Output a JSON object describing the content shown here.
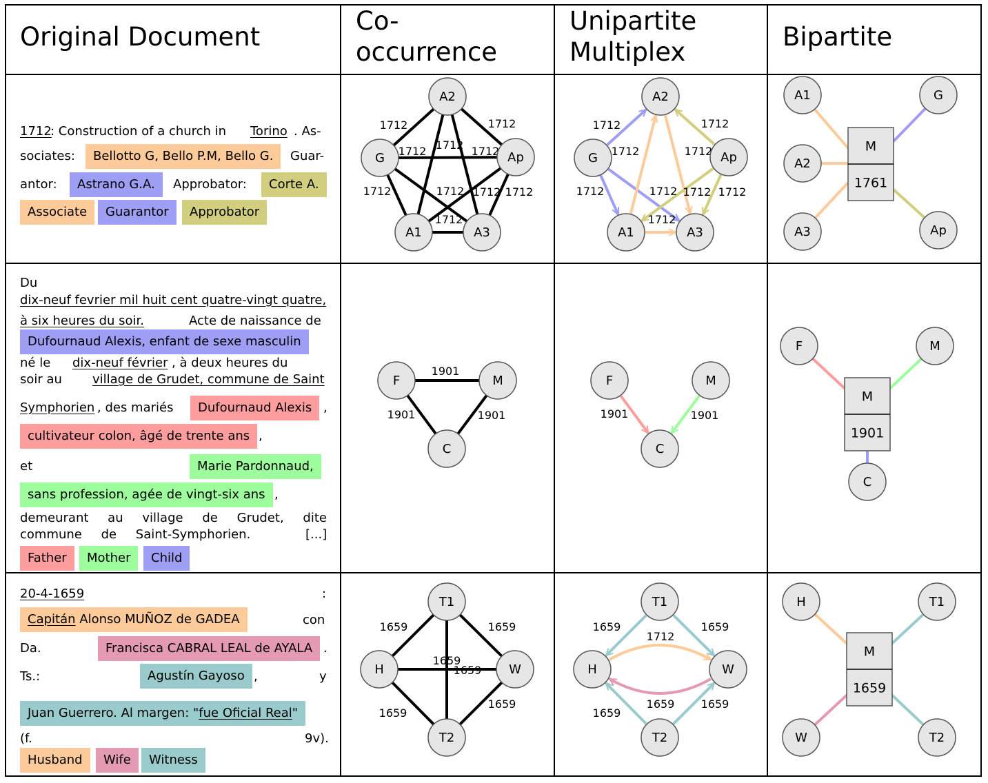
{
  "headers": {
    "original_document": "Original Document",
    "cooccurrence_line1": "Co-",
    "cooccurrence_line2": "occurrence",
    "unipartite_line1": "Unipartite",
    "unipartite_line2": "Multiplex",
    "bipartite": "Bipartite"
  },
  "colors": {
    "associate": "#fdcb9a",
    "guarantor": "#9e9ef5",
    "approbator": "#d1cf7f",
    "father": "#fd9d9d",
    "mother": "#9dfd9d",
    "child": "#9e9ef5",
    "husband": "#fdcb9a",
    "wife": "#e49ab3",
    "witness": "#9acbcc",
    "node_fill": "#e6e6e6"
  },
  "row1": {
    "date": "1712",
    "t1": ": Construction of a church in",
    "place": "Torino",
    "t2": ". As-",
    "t3": "sociates:",
    "associates": "Bellotto G, Bello P.M, Bello G.",
    "t4": "Guar-",
    "t5": "antor:",
    "guarantor": "Astrano G.A.",
    "t6": "Approbator:",
    "approbator": "Corte A.",
    "legend": [
      "Associate",
      "Guarantor",
      "Approbator"
    ]
  },
  "row2": {
    "l1": "Du",
    "l2": "dix-neuf fevrier mil huit cent quatre-vingt quatre,",
    "l3a": "à six heures du soir.",
    "l3b": "Acte de naissance de",
    "child": "Dufournaud Alexis, enfant de sexe masculin",
    "l4a": "né le",
    "l4b": "dix-neuf février",
    "l4c": ", à deux heures du",
    "l5a": "soir au",
    "l5b": "village de Grudet, commune de Saint",
    "l6a": "Symphorien",
    "l6b": ", des mariés",
    "father1": "Dufournaud Alexis",
    "comma": ",",
    "father2": "cultivateur colon, âgé de trente ans",
    "et": "et",
    "mother1": "Marie Pardonnaud,",
    "mother2": "sans profession, agée de vingt-six ans",
    "l7": "demeurant au village de Grudet, dite",
    "l8a": "commune de Saint-Symphorien.",
    "l8b": "[...]",
    "legend": [
      "Father",
      "Mother",
      "Child"
    ]
  },
  "row3": {
    "date": "20-4-1659",
    "colon": ":",
    "husband_title": "Capitán",
    "husband_name": " Alonso MUÑOZ de GADEA",
    "con": "con",
    "da": "Da.",
    "wife": "Francisca CABRAL LEAL de AYALA",
    "dot": ".",
    "ts": "Ts.:",
    "witness1": "Agustín Gayoso",
    "comma": ",",
    "y": "y",
    "witness2a": "Juan Guerrero. Al margen: \"",
    "witness2b": "fue Oficial Real",
    "witness2c": "\"",
    "f": "(f.",
    "fv": "9v).",
    "legend": [
      "Husband",
      "Wife",
      "Witness"
    ]
  },
  "graphs": {
    "row1": {
      "nodes": [
        "A2",
        "G",
        "Ap",
        "A1",
        "A3"
      ],
      "edge_label": "1712",
      "bipartite_center_top": "M",
      "bipartite_center_bottom": "1761",
      "bipartite_nodes": [
        "A1",
        "G",
        "A2",
        "A3",
        "Ap"
      ]
    },
    "row2": {
      "nodes": [
        "F",
        "M",
        "C"
      ],
      "edge_label": "1901",
      "bipartite_center_top": "M",
      "bipartite_center_bottom": "1901",
      "bipartite_nodes": [
        "F",
        "M",
        "C"
      ]
    },
    "row3": {
      "nodes": [
        "T1",
        "H",
        "W",
        "T2"
      ],
      "edge_label": "1659",
      "arc_label": "1712",
      "bipartite_center_top": "M",
      "bipartite_center_bottom": "1659",
      "bipartite_nodes": [
        "H",
        "T1",
        "W",
        "T2"
      ]
    }
  }
}
